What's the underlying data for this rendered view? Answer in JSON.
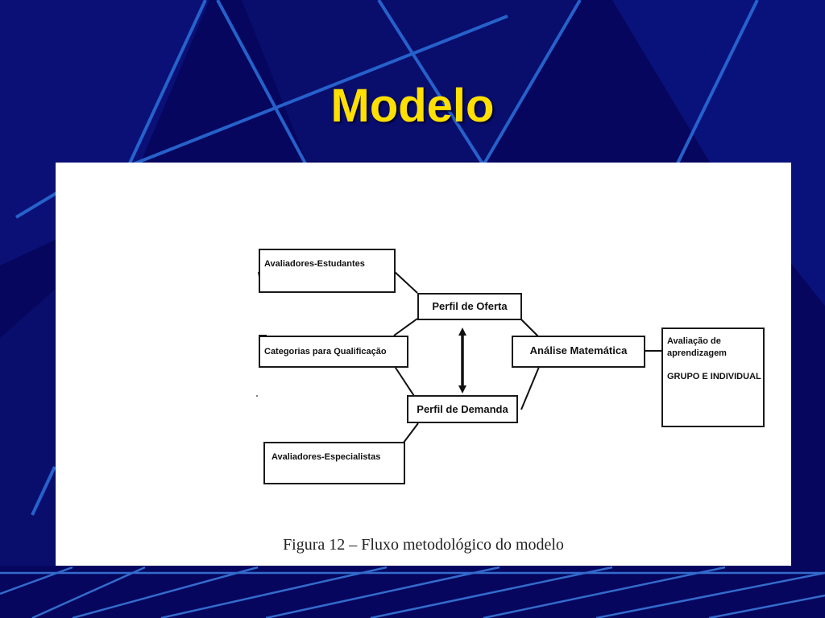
{
  "slide": {
    "title": "Modelo",
    "colors": {
      "background": "#06065e",
      "accent_lines": "#2a6bd6",
      "title": "#FFE000",
      "panel": "#FFFFFF"
    }
  },
  "diagram": {
    "boxes": {
      "avaliadores_estudantes": "Avaliadores-Estudantes",
      "categorias": "Categorias para Qualificação",
      "avaliadores_especialistas": "Avaliadores-Especialistas",
      "perfil_oferta": "Perfil de Oferta",
      "perfil_demanda": "Perfil de Demanda",
      "analise": "Análise Matemática",
      "resultado_line1": "Avaliação de",
      "resultado_line2": "aprendizagem",
      "resultado_line3": "GRUPO E INDIVIDUAL"
    },
    "caption": "Figura 12 – Fluxo metodológico do modelo"
  }
}
